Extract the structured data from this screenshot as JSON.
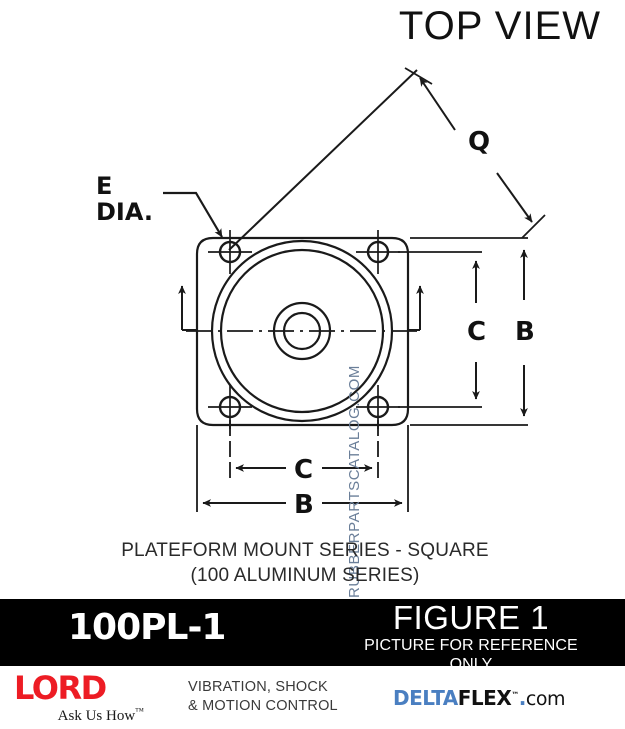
{
  "header": {
    "top_view_title": "TOP VIEW"
  },
  "watermark": {
    "text": "RUBBERPARTSCATALOG.COM",
    "color": "#6b7f99"
  },
  "drawing": {
    "labels": {
      "e_dia_line1": "E",
      "e_dia_line2": "DIA.",
      "q": "Q",
      "c_vertical": "C",
      "b_vertical": "B",
      "c_horizontal": "C",
      "b_horizontal": "B"
    },
    "line_color": "#1a1a1a"
  },
  "caption": {
    "line1": "PLATEFORM MOUNT SERIES - SQUARE",
    "line2": "(100 ALUMINUM SERIES)"
  },
  "black_bar": {
    "part_number": "100PL-1",
    "figure_title": "FIGURE 1",
    "figure_subtitle": "PICTURE FOR REFERENCE ONLY",
    "background": "#000000"
  },
  "footer": {
    "lord_logo_word": "LORD",
    "lord_logo_color": "#ed1c24",
    "lord_tagline": "Ask Us How",
    "lord_tagline_tm": "™",
    "vibration_line1": "VIBRATION, SHOCK",
    "vibration_line2": "& MOTION CONTROL",
    "deltaflex_delta": "DELTA",
    "deltaflex_flex": "FLEX",
    "deltaflex_tm": "™",
    "deltaflex_dot": ".",
    "deltaflex_com": "com",
    "deltaflex_blue": "#4a7fc1"
  }
}
